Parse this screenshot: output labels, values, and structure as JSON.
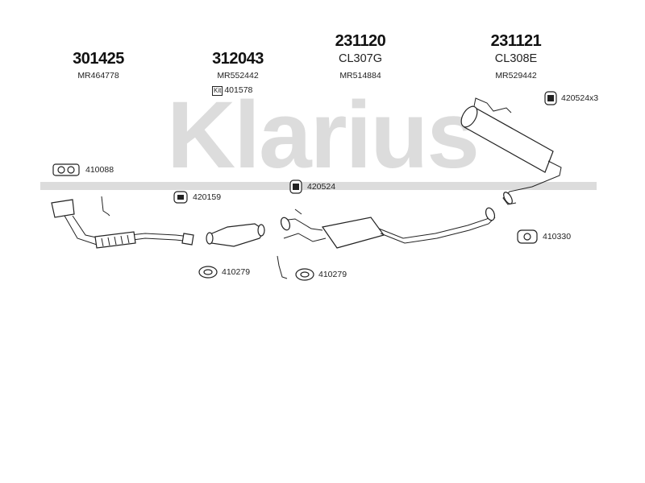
{
  "brand": {
    "watermark": "Klarius"
  },
  "columns": [
    {
      "part_number": "301425",
      "code": "MR464778"
    },
    {
      "part_number": "312043",
      "code": "MR552442",
      "kit_tag": "Kit",
      "kit_code": "401578"
    },
    {
      "part_number": "231120",
      "model": "CL307G",
      "code": "MR514884"
    },
    {
      "part_number": "231121",
      "model": "CL308E",
      "code": "MR529442"
    }
  ],
  "fittings": [
    {
      "code": "420524x3"
    },
    {
      "code": "410088"
    },
    {
      "code": "420524"
    },
    {
      "code": "420159"
    },
    {
      "code": "410330"
    },
    {
      "code": "410279"
    },
    {
      "code": "410279"
    }
  ],
  "colors": {
    "watermark": "#dcdcdc",
    "line": "#222222"
  }
}
